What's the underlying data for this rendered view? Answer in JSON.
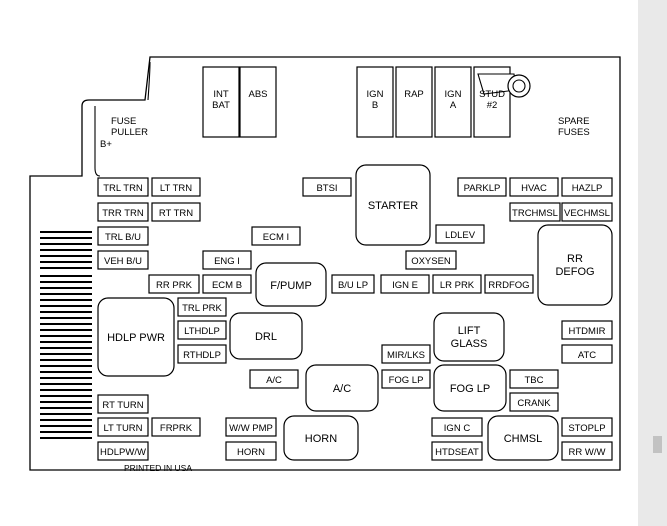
{
  "labels": {
    "fuse_puller": "FUSE",
    "fuse_puller_2": "PULLER",
    "b_plus": "B+",
    "spare": "SPARE",
    "spare_2": "FUSES",
    "printed": "PRINTED IN USA"
  },
  "relays_top": {
    "int_bat_1": "INT",
    "int_bat_2": "BAT",
    "abs": "ABS",
    "ign_b_1": "IGN",
    "ign_b_2": "B",
    "rap": "RAP",
    "ign_a_1": "IGN",
    "ign_a_2": "A",
    "stud_1": "STUD",
    "stud_2": "#2"
  },
  "left_fuses": {
    "trl_trn": "TRL TRN",
    "lt_trn": "LT TRN",
    "trr_trn": "TRR TRN",
    "rt_trn": "RT TRN",
    "trl_bu": "TRL B/U",
    "veh_bu": "VEH B/U",
    "eng_i": "ENG I",
    "rr_prk": "RR PRK",
    "ecm_b": "ECM B",
    "ecm_i": "ECM I",
    "btsi": "BTSI",
    "trl_prk": "TRL PRK",
    "lthdlp": "LTHDLP",
    "rthdlp": "RTHDLP",
    "ac_small": "A/C",
    "rt_turn": "RT TURN",
    "lt_turn": "LT TURN",
    "frprk": "FRPRK",
    "hdlpww": "HDLPW/W",
    "ww_pmp": "W/W PMP",
    "horn_small": "HORN"
  },
  "center_fuses": {
    "bu_lp": "B/U LP",
    "ign_e": "IGN E",
    "lr_prk": "LR PRK",
    "rrdfog": "RRDFOG",
    "oxysen": "OXYSEN",
    "ldlev": "LDLEV",
    "mir_lks": "MIR/LKS",
    "fog_lp_small": "FOG LP",
    "ign_c": "IGN C",
    "htdseat": "HTDSEAT"
  },
  "right_fuses": {
    "parklp": "PARKLP",
    "hvac": "HVAC",
    "hazlp": "HAZLP",
    "trchmsl": "TRCHMSL",
    "vechmsl": "VECHMSL",
    "htdmir": "HTDMIR",
    "atc": "ATC",
    "tbc": "TBC",
    "crank": "CRANK",
    "stoplp": "STOPLP",
    "rr_ww": "RR W/W"
  },
  "relays": {
    "starter": "STARTER",
    "rr_defog_1": "RR",
    "rr_defog_2": "DEFOG",
    "fpump": "F/PUMP",
    "hdlp_pwr": "HDLP PWR",
    "drl": "DRL",
    "lift_1": "LIFT",
    "lift_2": "GLASS",
    "ac": "A/C",
    "fog_lp": "FOG LP",
    "horn": "HORN",
    "chmsl": "CHMSL"
  }
}
